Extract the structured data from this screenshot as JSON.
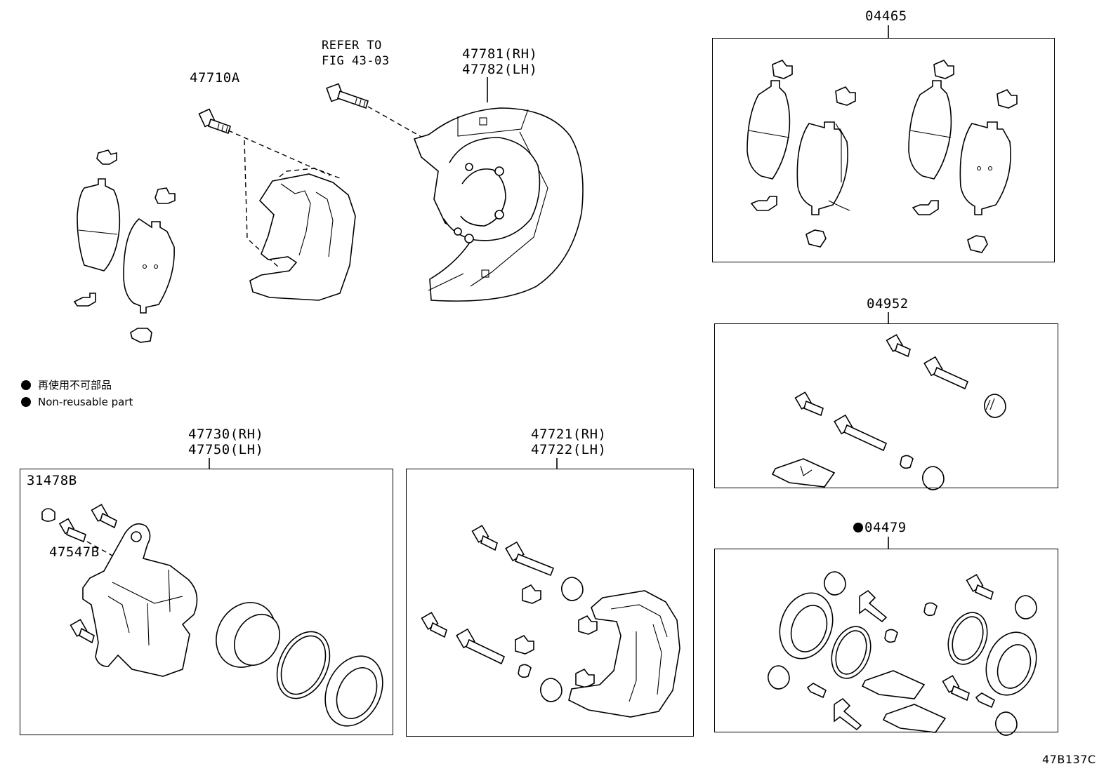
{
  "labels": {
    "p47710a": "47710A",
    "refer1": "REFER TO",
    "refer2": "FIG 43-03",
    "p47781": "47781(RH)",
    "p47782": "47782(LH)",
    "p04465": "04465",
    "p04952": "04952",
    "p04479": "04479",
    "p47730": "47730(RH)",
    "p47750": "47750(LH)",
    "p31478b": "31478B",
    "p47547b": "47547B",
    "p47721": "47721(RH)",
    "p47722": "47722(LH)",
    "figcode": "47B137C"
  },
  "legend": {
    "jp": "再使用不可部品",
    "en": "Non-reusable part"
  }
}
